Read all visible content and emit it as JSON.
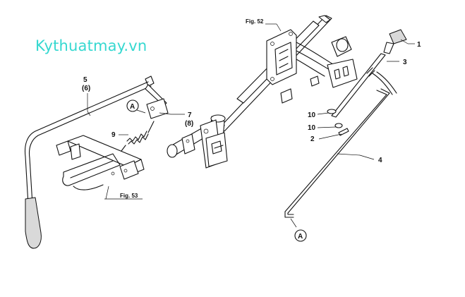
{
  "watermark": "Kythuatmay.vn",
  "figure_refs": {
    "fig52": "Fig. 52",
    "fig53": "Fig. 53"
  },
  "callouts": {
    "p1": "1",
    "p2": "2",
    "p3": "3",
    "p4": "4",
    "p5": "5",
    "p6": "(6)",
    "p7": "7",
    "p8": "(8)",
    "p9": "9",
    "p10a": "10",
    "p10b": "10",
    "circleA1": "A",
    "circleA2": "A"
  }
}
